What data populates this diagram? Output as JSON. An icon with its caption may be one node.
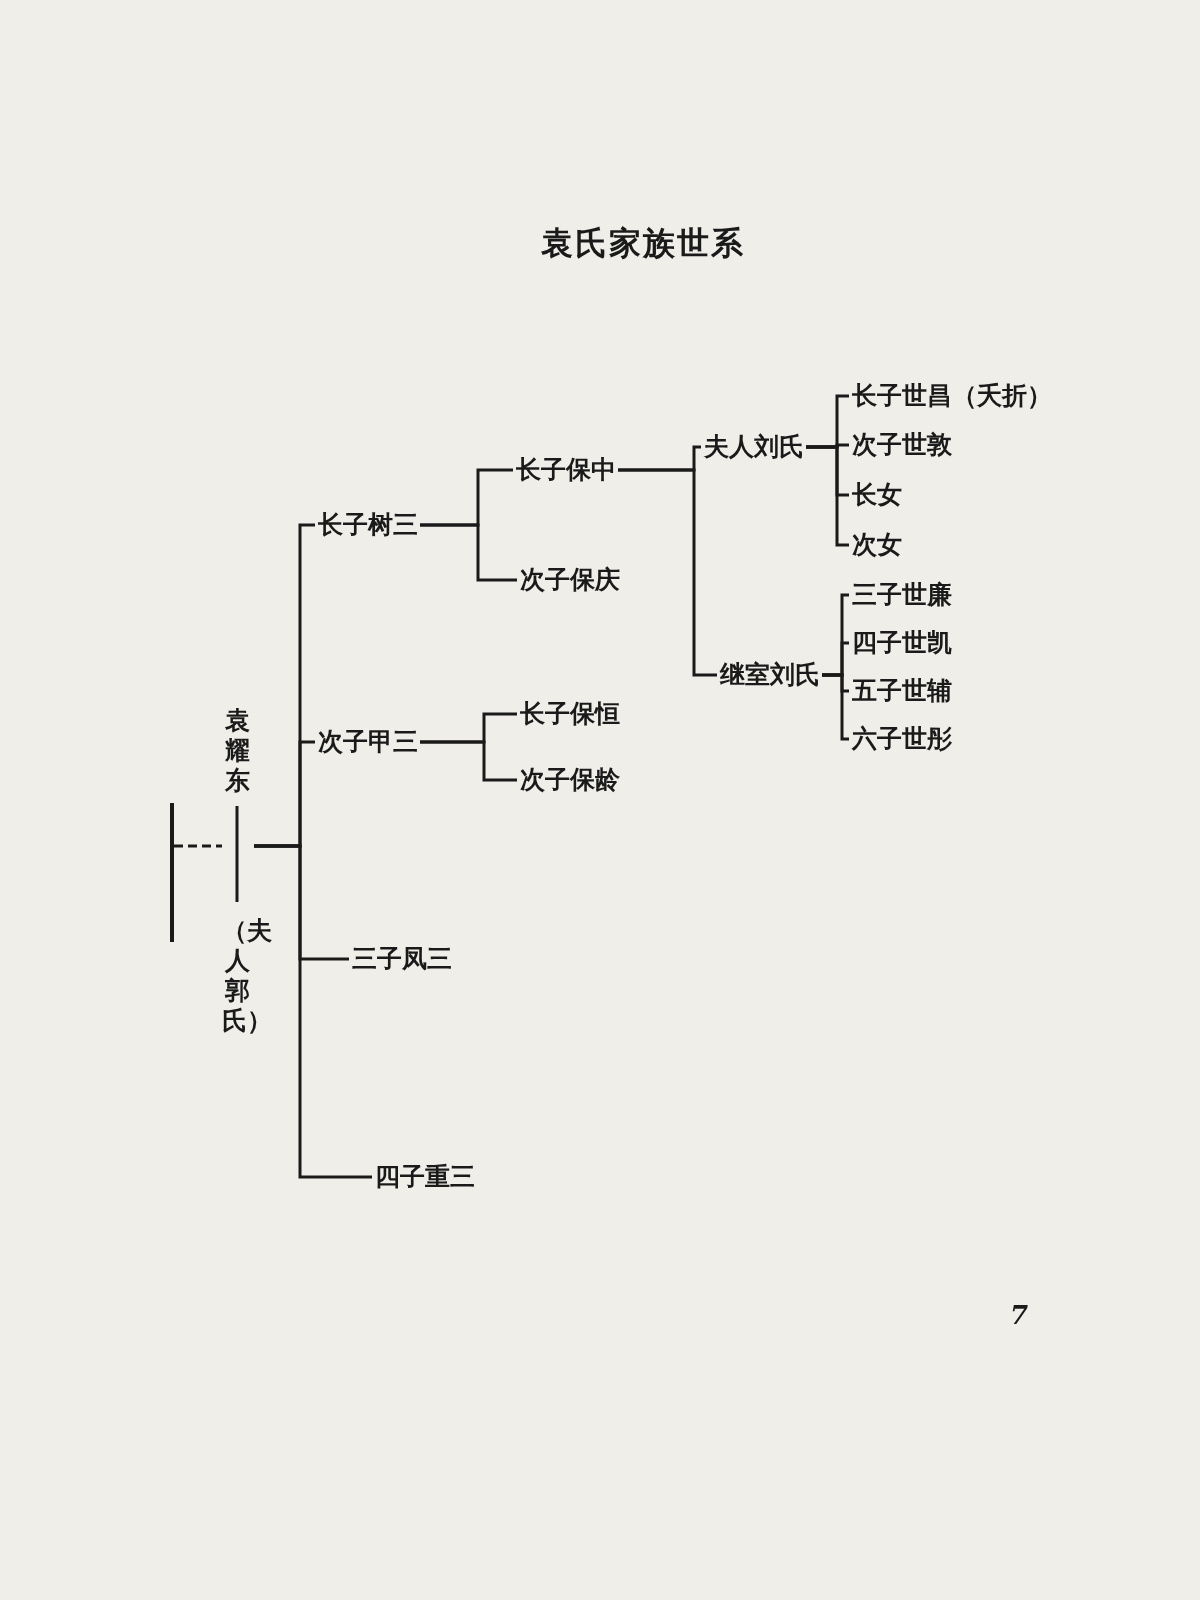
{
  "diagram": {
    "title": "袁氏家族世系",
    "nodes": [
      {
        "text": [
          "袁耀东",
          "（夫人郭氏）"
        ]
      },
      {
        "text": [
          "长子树三"
        ]
      },
      {
        "text": [
          "次子甲三"
        ]
      },
      {
        "text": [
          "三子凤三"
        ]
      },
      {
        "text": [
          "四子重三"
        ]
      },
      {
        "text": [
          "长子保中"
        ]
      },
      {
        "text": [
          "次子保庆"
        ]
      },
      {
        "text": [
          "长子保恒"
        ]
      },
      {
        "text": [
          "次子保龄"
        ]
      },
      {
        "text": [
          "夫人刘氏"
        ]
      },
      {
        "text": [
          "继室刘氏"
        ]
      },
      {
        "text": [
          "长子世昌（夭折）"
        ]
      },
      {
        "text": [
          "次子世敦"
        ]
      },
      {
        "text": [
          "长女"
        ]
      },
      {
        "text": [
          "次女"
        ]
      },
      {
        "text": [
          "三子世廉"
        ]
      },
      {
        "text": [
          "四子世凯"
        ]
      },
      {
        "text": [
          "五子世辅"
        ]
      },
      {
        "text": [
          "六子世彤"
        ]
      }
    ],
    "edges": [
      {
        "from": null,
        "to": 0,
        "arrow": "none",
        "style": "dashed"
      },
      {
        "from": 0,
        "to": 1,
        "arrow": "none"
      },
      {
        "from": 0,
        "to": 2,
        "arrow": "none"
      },
      {
        "from": 0,
        "to": 3,
        "arrow": "none"
      },
      {
        "from": 0,
        "to": 4,
        "arrow": "none"
      },
      {
        "from": 1,
        "to": 5,
        "arrow": "none"
      },
      {
        "from": 1,
        "to": 6,
        "arrow": "none"
      },
      {
        "from": 2,
        "to": 7,
        "arrow": "none"
      },
      {
        "from": 2,
        "to": 8,
        "arrow": "none"
      },
      {
        "from": 5,
        "to": 9,
        "arrow": "none"
      },
      {
        "from": 5,
        "to": 10,
        "arrow": "none"
      },
      {
        "from": 9,
        "to": 11,
        "arrow": "none"
      },
      {
        "from": 9,
        "to": 12,
        "arrow": "none"
      },
      {
        "from": 9,
        "to": 13,
        "arrow": "none"
      },
      {
        "from": 9,
        "to": 14,
        "arrow": "none"
      },
      {
        "from": 10,
        "to": 15,
        "arrow": "none"
      },
      {
        "from": 10,
        "to": 16,
        "arrow": "none"
      },
      {
        "from": 10,
        "to": 17,
        "arrow": "none"
      },
      {
        "from": 10,
        "to": 18,
        "arrow": "none"
      }
    ],
    "labels": [
      "7"
    ]
  }
}
